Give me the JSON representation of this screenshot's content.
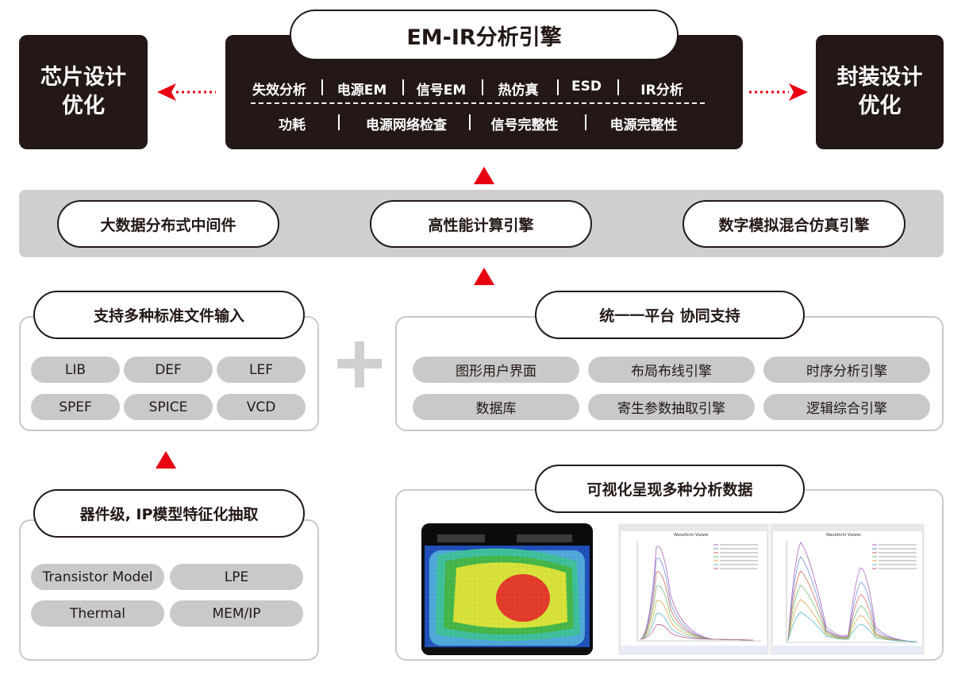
{
  "top": {
    "left_box": "芯片设计\n优化",
    "right_box": "封装设计\n优化",
    "engine_title": "EM-IR分析引擎",
    "row1": [
      "失效分析",
      "电源EM",
      "信号EM",
      "热仿真",
      "ESD",
      "IR分析"
    ],
    "row2": [
      "功耗",
      "电源网络检查",
      "信号完整性",
      "电源完整性"
    ]
  },
  "middleware": {
    "pills": [
      "大数据分布式中间件",
      "高性能计算引擎",
      "数字模拟混合仿真引擎"
    ]
  },
  "file_input": {
    "title": "支持多种标准文件输入",
    "chips": [
      "LIB",
      "DEF",
      "LEF",
      "SPEF",
      "SPICE",
      "VCD"
    ]
  },
  "platform": {
    "title": "统一一平台 协同支持",
    "chips": [
      "图形用户界面",
      "布局布线引擎",
      "时序分析引擎",
      "数据库",
      "寄生参数抽取引擎",
      "逻辑综合引擎"
    ]
  },
  "model": {
    "title": "器件级, IP模型特征化抽取",
    "chips": [
      "Transistor Model",
      "LPE",
      "Thermal",
      "MEM/IP"
    ]
  },
  "visual": {
    "title": "可视化呈现多种分析数据",
    "waveform_title": "Waveform Viewer"
  },
  "colors": {
    "dark": "#231815",
    "accent_red": "#e60012",
    "grey": "#c9c9c9"
  }
}
